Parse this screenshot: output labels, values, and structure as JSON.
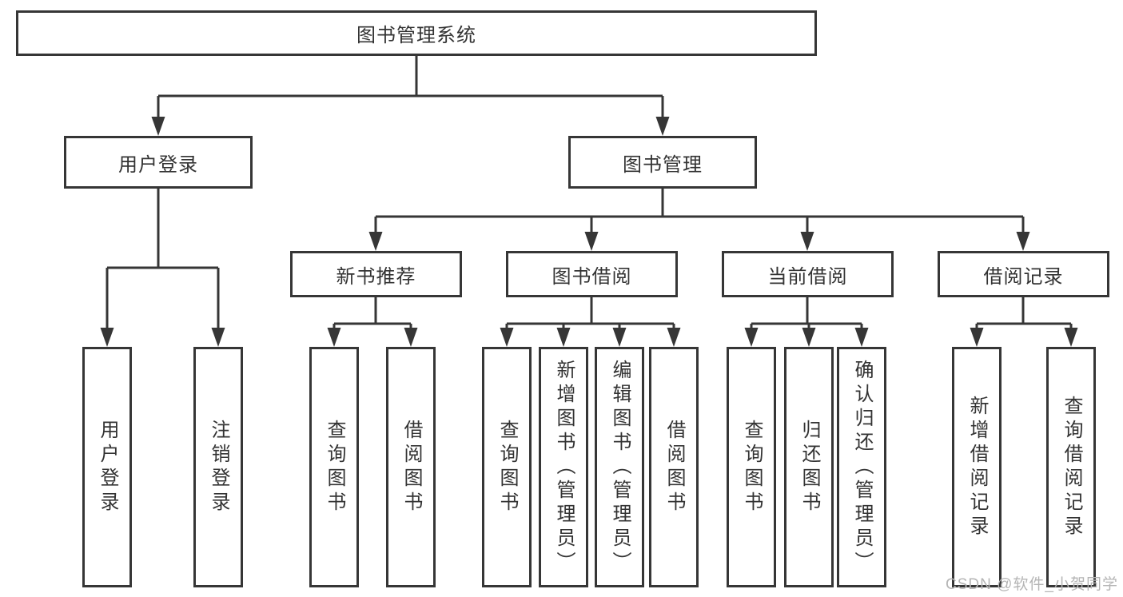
{
  "diagram": {
    "type": "hierarchy-tree",
    "title": "图书管理系统",
    "watermark": "CSDN @软件_小贺同学",
    "colors": {
      "line": "#363636",
      "text": "#333333",
      "box_fill": "#ffffff",
      "watermark": "#b5b5b5",
      "background": "#ffffff"
    },
    "root": {
      "label": "图书管理系统"
    },
    "level2": {
      "user_login": {
        "label": "用户登录"
      },
      "book_management": {
        "label": "图书管理"
      }
    },
    "level3": {
      "new_book_recommend": {
        "label": "新书推荐"
      },
      "book_borrow": {
        "label": "图书借阅"
      },
      "current_borrow": {
        "label": "当前借阅"
      },
      "borrow_records": {
        "label": "借阅记录"
      }
    },
    "leaves": {
      "user_login": [
        "用户登录",
        "注销登录"
      ],
      "new_book_recommend": [
        "查询图书",
        "借阅图书"
      ],
      "book_borrow": [
        "查询图书",
        "新增图书（管理员）",
        "编辑图书（管理员）",
        "借阅图书"
      ],
      "current_borrow": [
        "查询图书",
        "归还图书",
        "确认归还（管理员）"
      ],
      "borrow_records": [
        "新增借阅记录",
        "查询借阅记录"
      ]
    }
  }
}
